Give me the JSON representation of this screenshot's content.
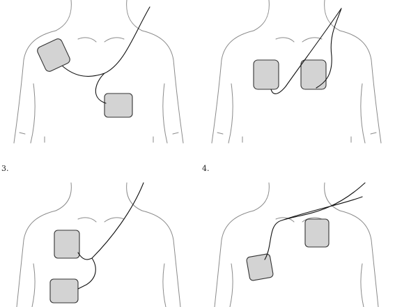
{
  "figure": {
    "panels": [
      {
        "label": "",
        "pads": 2
      },
      {
        "label": "",
        "pads": 2
      },
      {
        "label": "3.",
        "pads": 2
      },
      {
        "label": "4.",
        "pads": 2
      }
    ],
    "colors": {
      "outline": "#8a8a8a",
      "pad_fill": "#d3d3d3",
      "pad_stroke": "#333333",
      "wire": "#111111"
    }
  }
}
